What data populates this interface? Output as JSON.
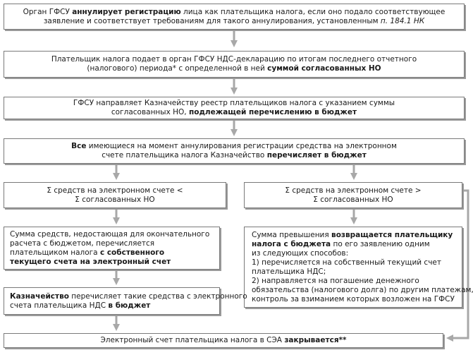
{
  "box1": {
    "l1a": "Орган ГФСУ ",
    "l1b": "аннулирует регистрацию",
    "l1c": " лица как плательщика налога, если оно подало соответствующее",
    "l2a": "заявление и соответствует требованиям для такого аннулирования, установленным ",
    "l2b": "п. 184.1 НК"
  },
  "box2": {
    "l1": "Плательщик налога подает в орган ГФСУ НДС-декларацию по итогам последнего отчетного",
    "l2a": "(налогового) периода* с определенной в ней ",
    "l2b": "суммой согласованных НО"
  },
  "box3": {
    "l1": "ГФСУ направляет Казначейству реестр плательщиков налога с указанием суммы",
    "l2a": "согласованных НО, ",
    "l2b": "подлежащей перечислению в бюджет"
  },
  "box4": {
    "l1a": "Все",
    "l1b": " имеющиеся на момент аннулирования регистрации средства на электронном",
    "l2a": "счете плательщика налога Казначейство ",
    "l2b": "перечисляет в бюджет"
  },
  "box5": {
    "l1": "Σ средств на электронном счете <",
    "l2": "Σ согласованных НО"
  },
  "box6": {
    "l1": "Σ средств на электронном счете >",
    "l2": "Σ согласованных НО"
  },
  "box7": {
    "l1": "Сумма средств, недостающая для окончательного",
    "l2": "расчета с бюджетом, перечисляется",
    "l3a": "плательщиком налога ",
    "l3b": "с собственного",
    "l4": "текущего счета на электронный счет"
  },
  "box8": {
    "l1a": "Сумма превышения ",
    "l1b": "возвращается плательщику",
    "l2a": "налога с бюджета",
    "l2b": " по его заявлению одним",
    "l3": "из следующих способов:",
    "l4": "1) перечисляется на собственный текущий счет",
    "l5": "плательщика НДС;",
    "l6": "2) направляется на погашение денежного",
    "l7": "обязательства (налогового долга) по другим платежам,",
    "l8": "контроль за взиманием которых возложен на ГФСУ"
  },
  "box9": {
    "l1a": "Казначейство",
    "l1b": " перечисляет такие средства с электронного",
    "l2a": "счета плательщика НДС ",
    "l2b": "в бюджет"
  },
  "box10": {
    "l1a": "Электронный счет плательщика налога в СЭА ",
    "l1b": "закрывается**"
  },
  "colors": {
    "border": "#7a7a7a",
    "shadow": "#9a9a9a",
    "arrow": "#a8a8a8"
  }
}
